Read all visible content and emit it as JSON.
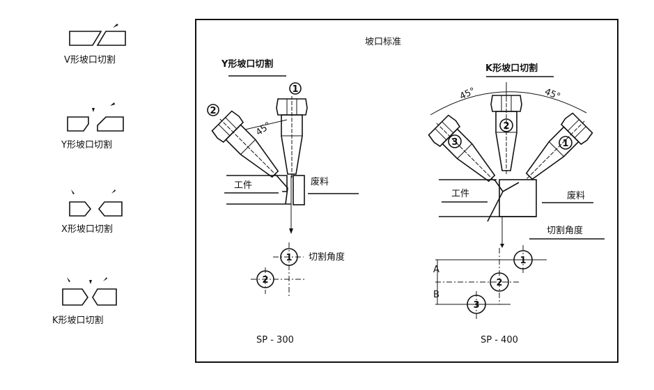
{
  "left_panel": {
    "items": [
      {
        "label": "V形坡口切割"
      },
      {
        "label": "Y形坡口切割"
      },
      {
        "label": "X形坡口切割"
      },
      {
        "label": "K形坡口切割"
      }
    ]
  },
  "main": {
    "title": "坡口标准",
    "sp300": {
      "heading": "Y形坡口切割",
      "angle": "45°",
      "workpiece": "工件",
      "scrap": "废料",
      "cut_angle": "切割角度",
      "torch_numbers": [
        "1",
        "2"
      ],
      "model": "SP - 300"
    },
    "sp400": {
      "heading": "K形坡口切割",
      "angle_left": "45°",
      "angle_right": "45°",
      "workpiece": "工件",
      "scrap": "废料",
      "cut_angle": "切割角度",
      "torch_numbers": [
        "1",
        "2",
        "3"
      ],
      "dim_a": "A",
      "dim_b": "B",
      "model": "SP - 400"
    }
  }
}
